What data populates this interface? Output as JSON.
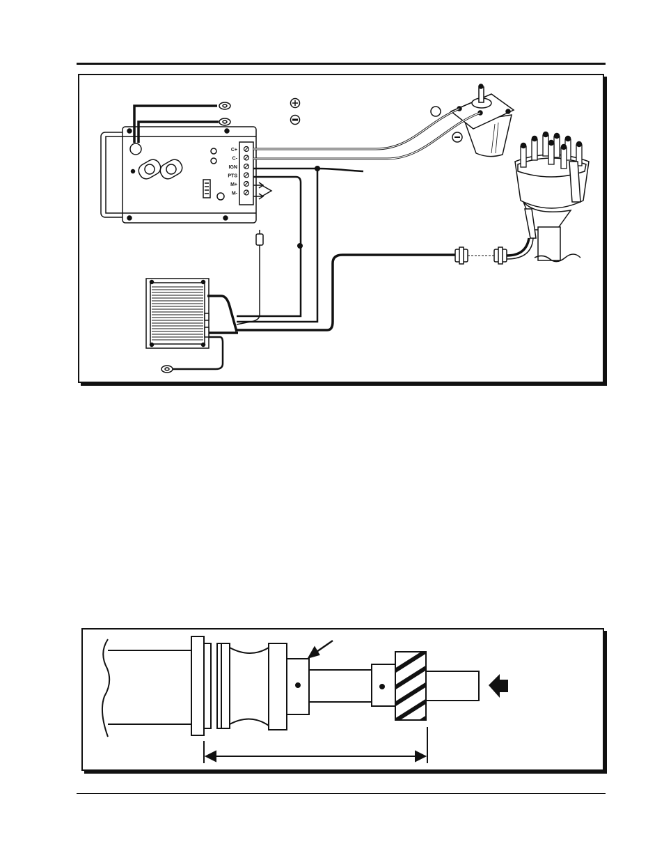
{
  "wiring_diagram": {
    "terminals": [
      "C+",
      "C-",
      "IGN",
      "PTS",
      "M+",
      "M-"
    ],
    "coil_polarity_positive_symbol": "⊕",
    "coil_polarity_negative_symbol": "⊖",
    "icons": [
      "ignition-box",
      "rev-limiter-module",
      "ignition-coil",
      "distributor",
      "ring-terminal",
      "connector-plug"
    ]
  },
  "shaft_diagram": {
    "icons": [
      "distributor-shaft",
      "drive-gear",
      "push-arrow",
      "measurement-arrow"
    ]
  },
  "colors": {
    "ink": "#111111",
    "paper": "#ffffff",
    "gray": "#9a9a9a"
  }
}
